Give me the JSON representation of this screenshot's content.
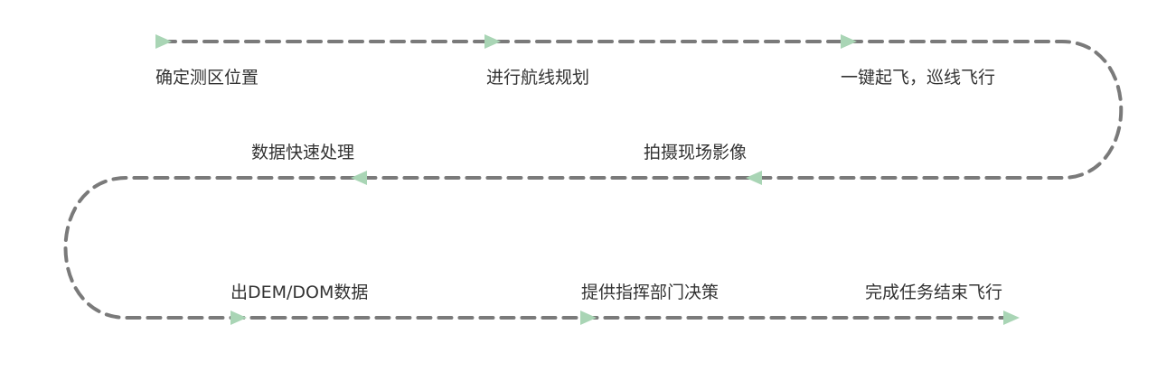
{
  "diagram": {
    "path_color": "#7a7a7a",
    "arrow_color": "#a9d5b5",
    "steps": [
      {
        "label": "确定测区位置"
      },
      {
        "label": "进行航线规划"
      },
      {
        "label": "一键起飞，巡线飞行"
      },
      {
        "label": "拍摄现场影像"
      },
      {
        "label": "数据快速处理"
      },
      {
        "label": "出DEM/DOM数据"
      },
      {
        "label": "提供指挥部门决策"
      },
      {
        "label": "完成任务结束飞行"
      }
    ]
  }
}
